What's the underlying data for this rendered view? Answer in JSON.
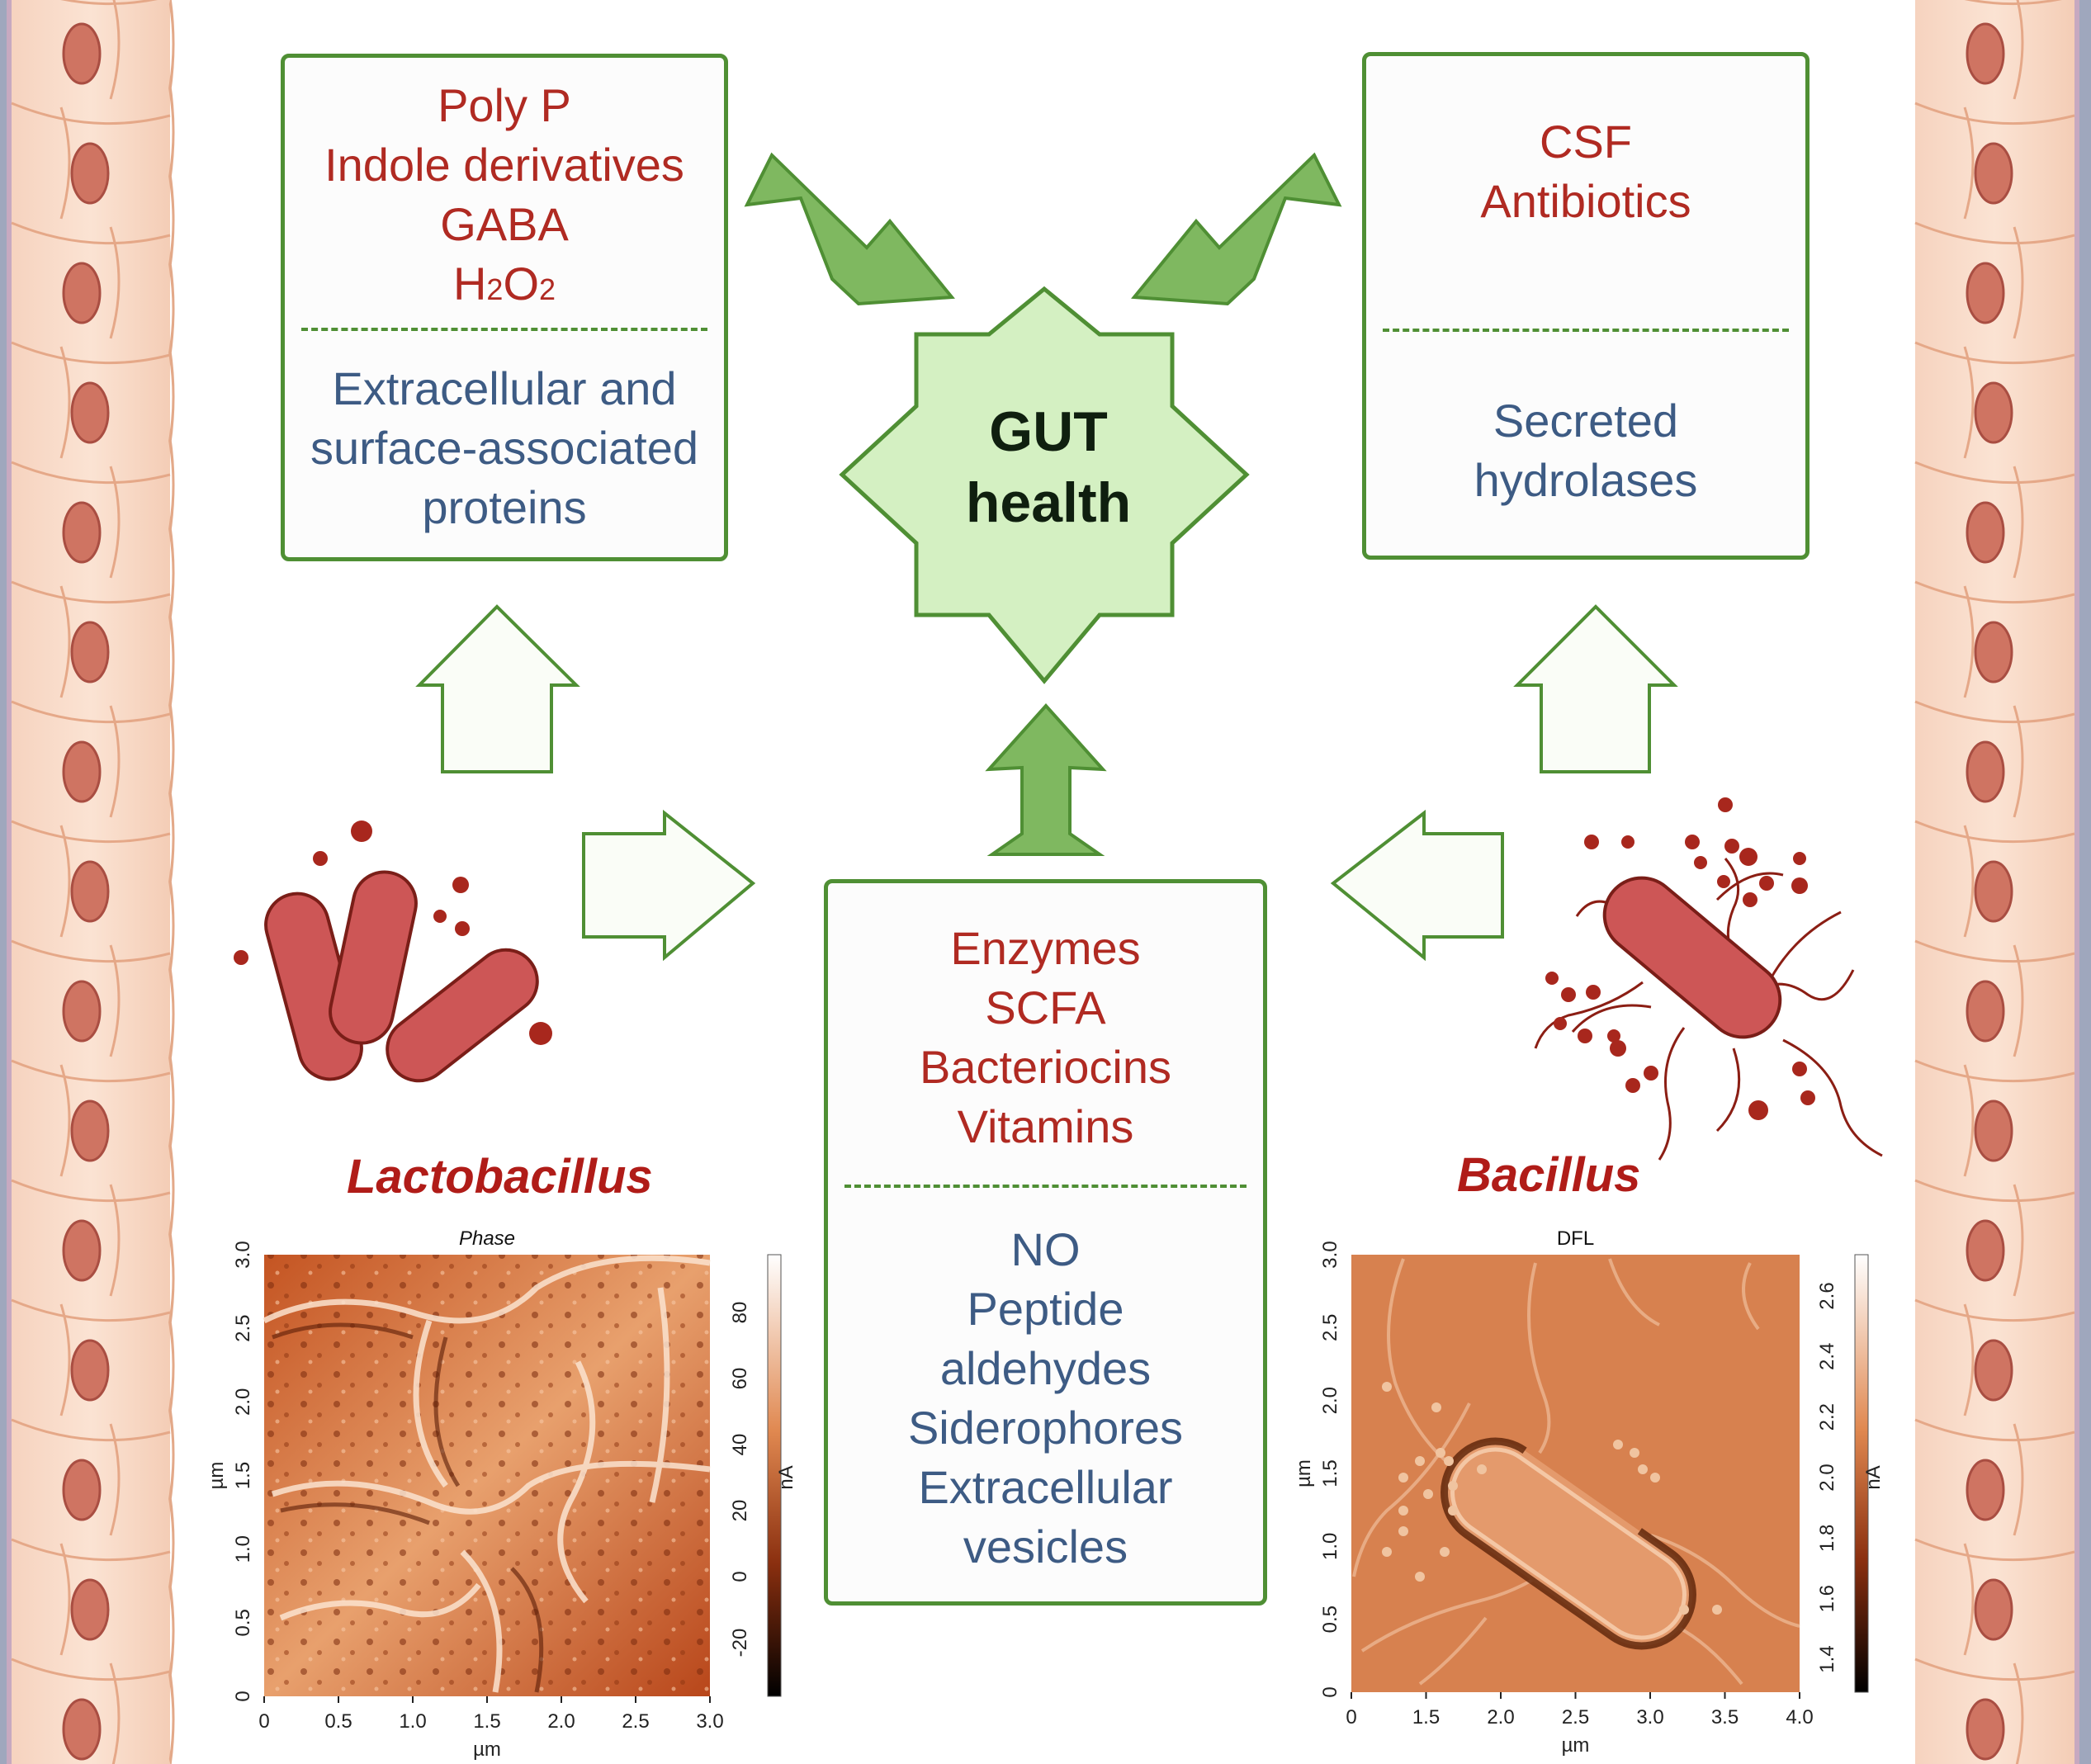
{
  "center": {
    "title_line1": "GUT",
    "title_line2": "health"
  },
  "box_top_left": {
    "red": [
      "Poly P",
      "Indole derivatives",
      "GABA"
    ],
    "formula": {
      "h": "H",
      "s1": "2",
      "o": "O",
      "s2": "2"
    },
    "blue": [
      "Extracellular and",
      "surface-associated",
      "proteins"
    ]
  },
  "box_top_right": {
    "red": [
      "CSF",
      "Antibiotics"
    ],
    "blue": [
      "Secreted",
      "hydrolases"
    ]
  },
  "box_bottom_center": {
    "red": [
      "Enzymes",
      "SCFA",
      "Bacteriocins",
      "Vitamins"
    ],
    "blue": [
      "NO",
      "Peptide",
      "aldehydes",
      "Siderophores",
      "Extracellular",
      "vesicles"
    ]
  },
  "species": {
    "left": "Lactobacillus",
    "right": "Bacillus"
  },
  "micrograph_left": {
    "title": "Phase",
    "xlabel": "µm",
    "ylabel": "µm",
    "xticks": [
      "0",
      "0.5",
      "1.0",
      "1.5",
      "2.0",
      "2.5",
      "3.0"
    ],
    "yticks": [
      "0",
      "0.5",
      "1.0",
      "1.5",
      "2.0",
      "2.5",
      "3.0"
    ],
    "cbar_ticks": [
      "-20",
      "0",
      "20",
      "40",
      "60",
      "80"
    ],
    "cbar_label": "nA"
  },
  "micrograph_right": {
    "title": "DFL",
    "xlabel": "µm",
    "ylabel": "µm",
    "xticks": [
      "0",
      "1.5",
      "2.0",
      "2.5",
      "3.0",
      "3.5",
      "4.0"
    ],
    "yticks": [
      "0",
      "0.5",
      "1.0",
      "1.5",
      "2.0",
      "2.5",
      "3.0"
    ],
    "cbar_ticks": [
      "1.4",
      "1.6",
      "1.8",
      "2.0",
      "2.2",
      "2.4",
      "2.6"
    ],
    "cbar_label": "nA"
  },
  "colors": {
    "box_border": "#4f8f34",
    "red_text": "#b02a22",
    "blue_text": "#3d5b84",
    "star_fill": "#d4f0c2",
    "arrow_fill": "#7fb860",
    "bacteria": "#cd5656"
  }
}
